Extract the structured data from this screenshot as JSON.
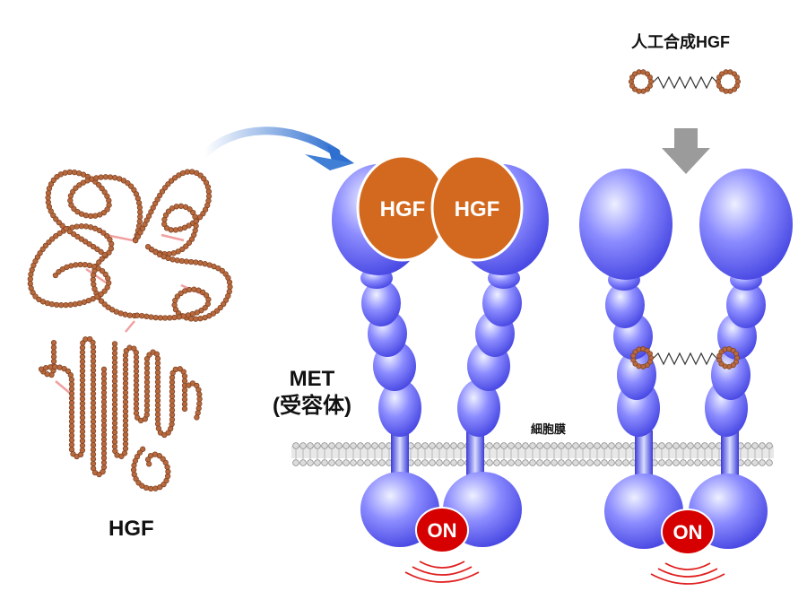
{
  "labels": {
    "hgf": "HGF",
    "met_line1": "MET",
    "met_line2": "(受容体)",
    "membrane": "細胞膜",
    "synthetic_hgf": "人工合成HGF",
    "bound_hgf": "HGF",
    "on_signal": "ON"
  },
  "colors": {
    "receptor_blue": "#5d5df0",
    "hgf_orange": "#d2691e",
    "bead_brown": "#b8693e",
    "on_red": "#d60000",
    "arrow_blue": "#3f7fd6",
    "down_arrow_gray": "#9b9b9b"
  },
  "icons": [
    "curved-arrow-icon",
    "down-arrow-icon",
    "signal-waves-icon"
  ]
}
